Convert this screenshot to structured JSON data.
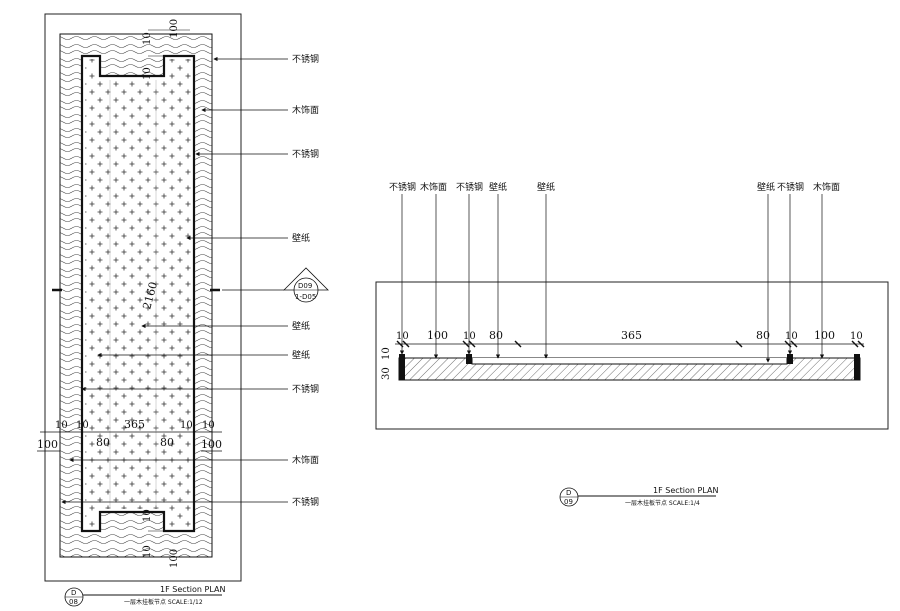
{
  "materials": {
    "stainless": "不锈钢",
    "wood": "木饰面",
    "wallpaper": "壁纸"
  },
  "plan": {
    "dim_height": "2160",
    "dim_top": "100",
    "dim_small": "10",
    "dim_width": "365",
    "dim_80": "80",
    "dim_100": "100",
    "callout_id": "D09",
    "callout_ref": "1-D05",
    "bubble_letter": "D",
    "bubble_number": "08",
    "title_en": "1F Section PLAN",
    "title_cn": "一层木挂板节点 SCALE:1/12"
  },
  "section": {
    "dims": [
      "10",
      "100",
      "10",
      "80",
      "365",
      "80",
      "10",
      "100",
      "10"
    ],
    "side_dims": [
      "10",
      "30"
    ],
    "bubble_letter": "D",
    "bubble_number": "09",
    "title_en": "1F Section PLAN",
    "title_cn": "一层木挂板节点 SCALE:1/4"
  }
}
